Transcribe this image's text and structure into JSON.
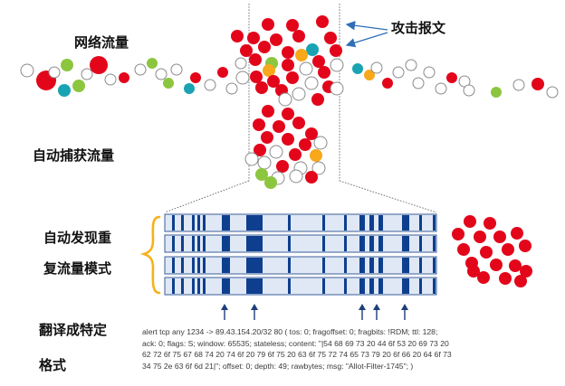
{
  "labels": {
    "network_traffic": "网络流量",
    "attack_packets": "攻击报文",
    "auto_capture": "自动捕获流量",
    "auto_discover_line1": "自动发现重",
    "auto_discover_line2": "复流量模式",
    "translate_line1": "翻译成特定",
    "translate_line2": "格式"
  },
  "rule_text": [
    "alert tcp any 1234 -> 89.43.154.20/32 80 ( tos: 0; fragoffset: 0; fragbits: !RDM; ttl: 128;",
    "ack: 0; flags: S; window: 65535; stateless; content: \"|54 68 69 73 20 44 6f 53 20 69 73 20",
    "62 72 6f 75 67 68 74 20 74 6f 20 79 6f 75 20 63 6f 75 72 74 65 73 79 20 6f 66 20 64 6f 73",
    "34 75 2e 63 6f 6d 21|\"; offset: 0; depth: 49; rawbytes; msg: \"Allot-Filter-1745\"; )"
  ],
  "colors": {
    "red": "#e3061b",
    "green": "#8cc63f",
    "teal": "#1aa3b3",
    "orange": "#f7a81b",
    "navy": "#0e3f8e",
    "bar_fill": "#dfe8f4",
    "brace": "#f7b11a"
  },
  "icons": [
    "arrow-up-icon",
    "callout-arrow-icon",
    "curly-brace-icon"
  ]
}
